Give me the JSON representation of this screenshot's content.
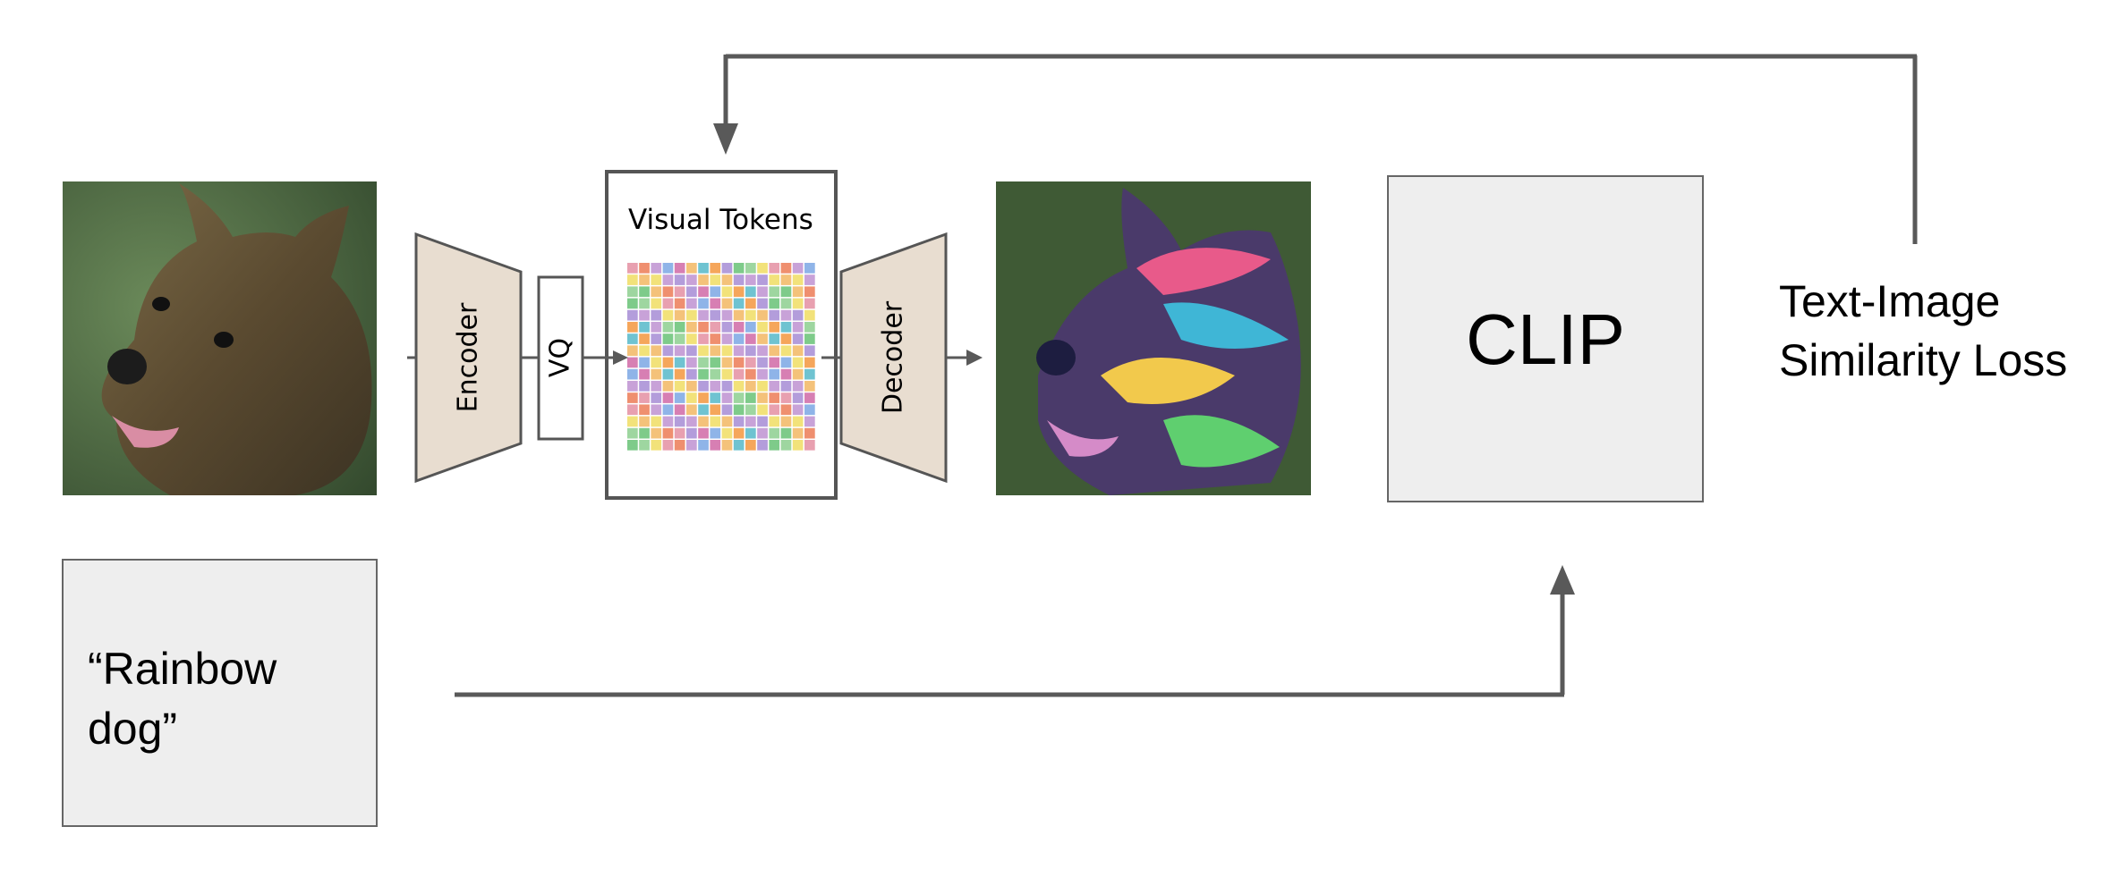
{
  "input_prompt": "“Rainbow\ndog”",
  "encoder_label": "Encoder",
  "vq_label": "VQ",
  "tokens_title": "Visual Tokens",
  "decoder_label": "Decoder",
  "clip_label": "CLIP",
  "loss_label": "Text-Image\nSimilarity Loss",
  "colors": {
    "arrow": "#595959",
    "trapezoid_fill": "#e8ddd0",
    "trapezoid_stroke": "#555555",
    "box_fill": "#eeeeee",
    "token_palette": [
      "#e8a0b0",
      "#f4c27a",
      "#9ed6a0",
      "#8fb4e8",
      "#b39ddb",
      "#ef8f6f",
      "#6fc3d1",
      "#f2e27a",
      "#d77fb3",
      "#7ecb8a",
      "#c8a2d8",
      "#f5a65b"
    ]
  }
}
